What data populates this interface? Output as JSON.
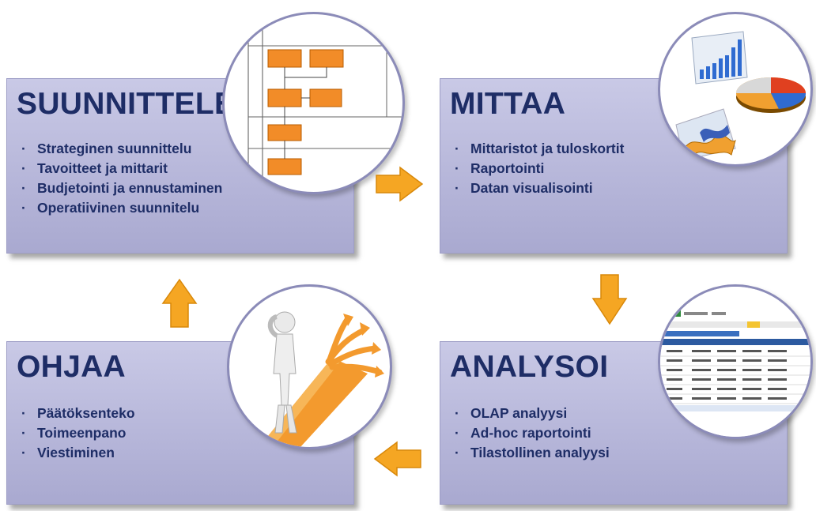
{
  "panels": {
    "suunnittele": {
      "title": "SUUNNITTELE",
      "items": [
        "Strateginen suunnittelu",
        "Tavoitteet ja mittarit",
        "Budjetointi ja ennustaminen",
        "Operatiivinen suunnitelu"
      ]
    },
    "mittaa": {
      "title": "MITTAA",
      "items": [
        "Mittaristot ja tuloskortit",
        "Raportointi",
        "Datan visualisointi"
      ]
    },
    "ohjaa": {
      "title": "OHJAA",
      "items": [
        "Päätöksenteko",
        "Toimeenpano",
        "Viestiminen"
      ]
    },
    "analysoi": {
      "title": "ANALYSOI",
      "items": [
        "OLAP analyysi",
        "Ad-hoc raportointi",
        "Tilastollinen analyysi"
      ]
    }
  },
  "colors": {
    "panel": "#b7b7da",
    "title_text": "#1e2d66",
    "arrow": "#f5a623",
    "circle_border": "#8b8bb8"
  },
  "icons": [
    "flowchart-thumbnail",
    "charts-thumbnail",
    "decision-person-thumbnail",
    "spreadsheet-thumbnail",
    "arrow-right-icon",
    "arrow-down-icon",
    "arrow-left-icon",
    "arrow-up-icon"
  ]
}
